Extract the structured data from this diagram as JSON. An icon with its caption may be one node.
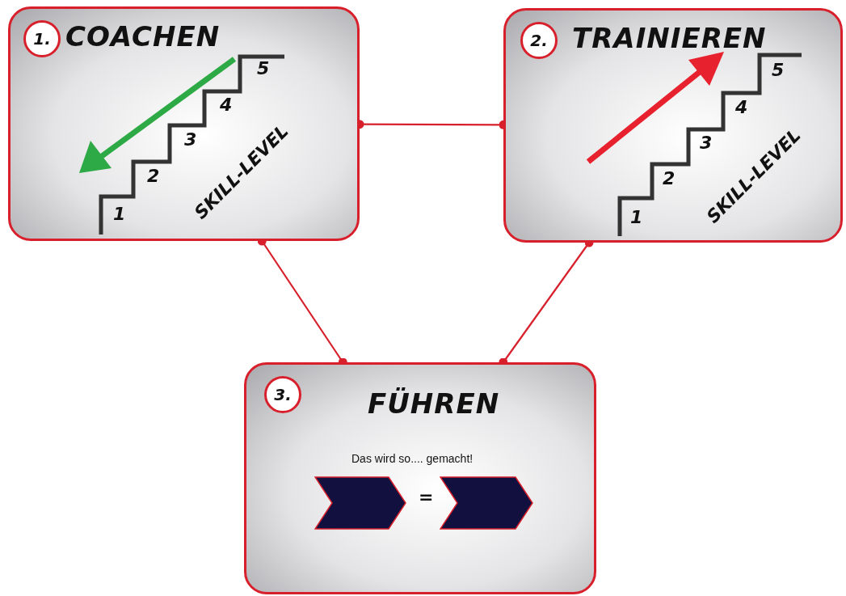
{
  "diagram": {
    "nodes": [
      {
        "text": [
          "COACHEN"
        ]
      },
      {
        "text": [
          "1."
        ],
        "in": 0
      },
      {
        "text": [
          "TRAINIEREN"
        ]
      },
      {
        "text": [
          "2."
        ],
        "in": 2
      },
      {
        "text": [
          "FÜHREN",
          "Das wird so.... gemacht!"
        ]
      },
      {
        "text": [
          "3."
        ],
        "in": 4
      },
      {
        "text": [],
        "shape": "chevron",
        "in": 4
      },
      {
        "text": [],
        "shape": "chevron",
        "in": 4
      }
    ],
    "edges": [
      {
        "from": 0,
        "to": 2,
        "arrow": "other"
      },
      {
        "from": 0,
        "to": 4,
        "arrow": "other"
      },
      {
        "from": 2,
        "to": 4,
        "arrow": "other"
      }
    ],
    "labels": [
      "5",
      "4",
      "3",
      "SKILL-LEVEL",
      "2",
      "1",
      "5",
      "4",
      "3",
      "SKILL-LEVEL",
      "2",
      "1",
      "="
    ]
  }
}
